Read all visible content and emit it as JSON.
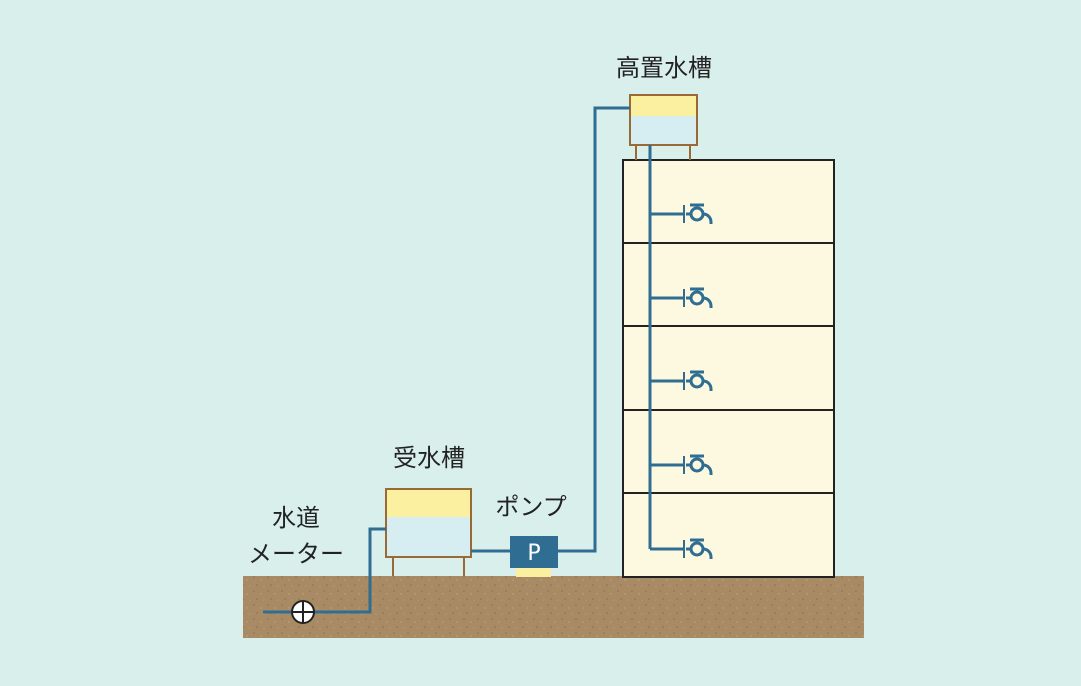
{
  "labels": {
    "elevated_tank": "高置水槽",
    "receiving_tank": "受水槽",
    "pump": "ポンプ",
    "meter_line1": "水道",
    "meter_line2": "メーター",
    "pump_letter": "P"
  },
  "building": {
    "floors": 5
  },
  "icons": {
    "faucet": "faucet-icon",
    "meter": "water-meter-icon"
  },
  "colors": {
    "background": "#d9efec",
    "ground": "#a88a64",
    "pipe": "#2f6e92",
    "building_fill": "#fdf9e1",
    "tank_frame": "#9a6a36",
    "water": "#d6eef1",
    "tank_top": "#fbf0a0",
    "pump": "#2f6e92"
  }
}
